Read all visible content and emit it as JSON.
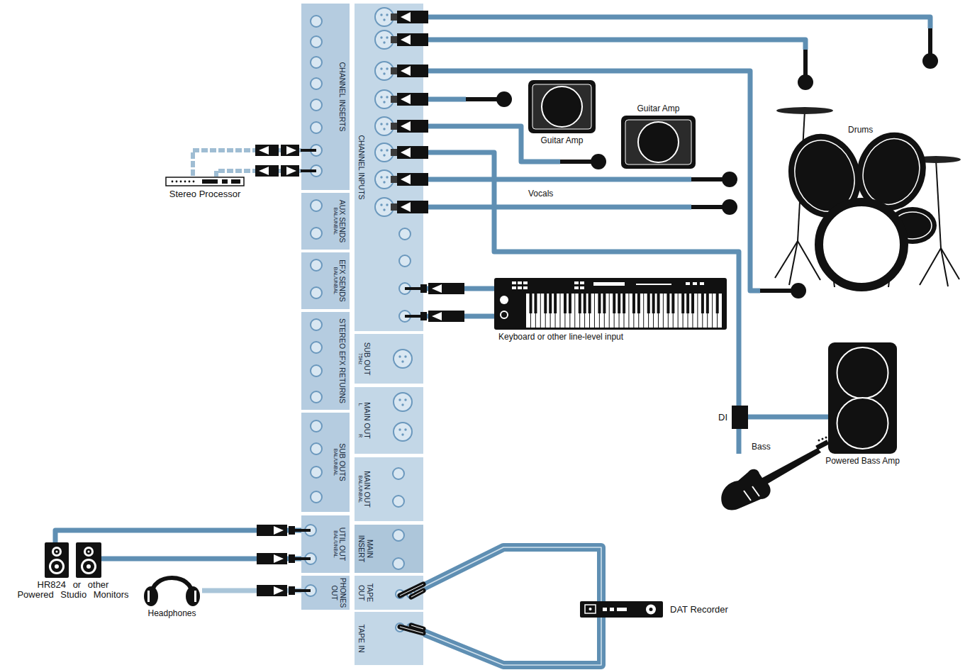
{
  "diagram": {
    "nodes": [
      {
        "text": [
          "CHANNEL INSERTS"
        ]
      },
      {
        "text": [
          "CHANNEL INPUTS"
        ]
      },
      {
        "text": [
          "AUX SENDS",
          "BAL/UNBAL"
        ]
      },
      {
        "text": [
          "EFX SENDS",
          "BAL/UNBAL"
        ]
      },
      {
        "text": [
          "STEREO EFX RETURNS"
        ]
      },
      {
        "text": [
          "SUB OUT",
          "75Hz"
        ]
      },
      {
        "text": [
          "MAIN OUT",
          "L",
          "R"
        ]
      },
      {
        "text": [
          "SUB OUTS",
          "BAL/UNBAL"
        ]
      },
      {
        "text": [
          "MAIN OUT",
          "BAL/UNBAL"
        ]
      },
      {
        "text": [
          "UTIL OUT",
          "BAL/UNBAL"
        ]
      },
      {
        "text": [
          "MAIN INSERT"
        ]
      },
      {
        "text": [
          "PHONES OUT"
        ]
      },
      {
        "text": [
          "TAPE OUT"
        ]
      },
      {
        "text": [
          "TAPE IN"
        ]
      },
      {
        "text": [
          "Stereo Processor"
        ]
      },
      {
        "text": [
          "Guitar Amp"
        ]
      },
      {
        "text": [
          "Guitar Amp"
        ]
      },
      {
        "text": [
          "Drums"
        ]
      },
      {
        "text": [
          "Keyboard or other line-level input"
        ]
      },
      {
        "text": [
          "DI"
        ]
      },
      {
        "text": [
          "Bass"
        ]
      },
      {
        "text": [
          "Powered Bass Amp"
        ]
      },
      {
        "text": [
          "DAT Recorder"
        ]
      },
      {
        "text": [
          "HR824 or other Powered Studio Monitors"
        ]
      },
      {
        "text": [
          "Headphones"
        ]
      }
    ],
    "edges": [
      {
        "from": 0,
        "to": 14,
        "arrow": "none"
      },
      {
        "from": 0,
        "to": 14,
        "arrow": "none"
      },
      {
        "from": 1,
        "to": 18,
        "arrow": "none"
      },
      {
        "from": 1,
        "to": 18,
        "arrow": "none"
      },
      {
        "from": 1,
        "to": 19,
        "arrow": "none"
      },
      {
        "from": 19,
        "to": 21,
        "arrow": "none"
      },
      {
        "from": 19,
        "to": 20,
        "arrow": "none"
      },
      {
        "from": 9,
        "to": 23,
        "arrow": "none"
      },
      {
        "from": 9,
        "to": 23,
        "arrow": "none"
      },
      {
        "from": 11,
        "to": 24,
        "arrow": "none"
      },
      {
        "from": 12,
        "to": 22,
        "arrow": "none"
      },
      {
        "from": 13,
        "to": 22,
        "arrow": "none"
      }
    ],
    "labels": [
      "Vocals"
    ]
  }
}
